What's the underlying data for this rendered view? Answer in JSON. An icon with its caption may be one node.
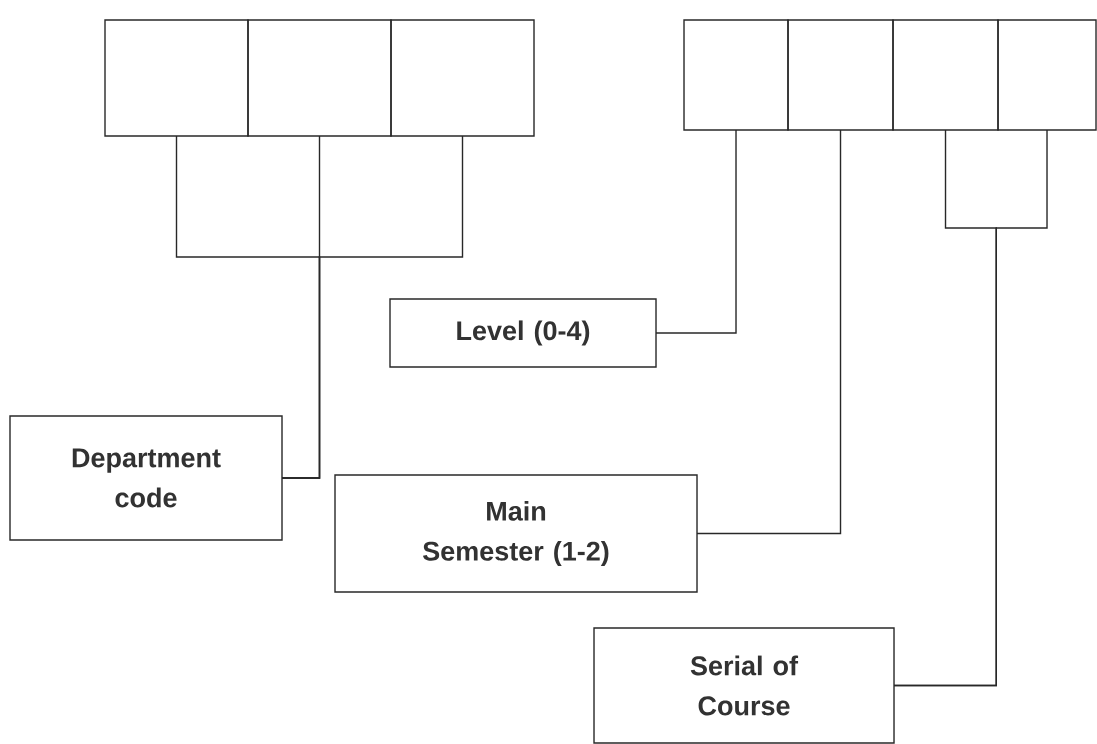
{
  "diagram": {
    "nodes": [
      {
        "text": [],
        "shape": "box"
      },
      {
        "text": [],
        "shape": "box"
      },
      {
        "text": [],
        "shape": "box"
      },
      {
        "text": [],
        "shape": "box"
      },
      {
        "text": [],
        "shape": "box"
      },
      {
        "text": [],
        "shape": "box"
      },
      {
        "text": [],
        "shape": "box"
      },
      {
        "text": [
          "Level (0-4)"
        ]
      },
      {
        "text": [
          "Department code"
        ]
      },
      {
        "text": [
          "Main Semester (1-2)"
        ]
      },
      {
        "text": [
          "Serial of Course"
        ]
      }
    ],
    "edges": [
      {
        "from": 0,
        "to": 8,
        "arrow": "none"
      },
      {
        "from": 1,
        "to": 8,
        "arrow": "none"
      },
      {
        "from": 2,
        "to": 8,
        "arrow": "none"
      },
      {
        "from": 3,
        "to": 7,
        "arrow": "none"
      },
      {
        "from": 4,
        "to": 9,
        "arrow": "none"
      },
      {
        "from": 5,
        "to": 10,
        "arrow": "none"
      },
      {
        "from": 6,
        "to": 10,
        "arrow": "none"
      }
    ]
  }
}
